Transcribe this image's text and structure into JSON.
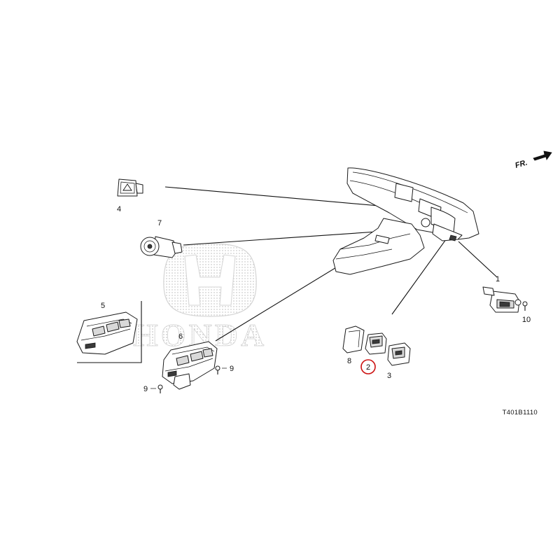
{
  "diagram": {
    "callouts": {
      "c1": "1",
      "c2": "2",
      "c3": "3",
      "c4": "4",
      "c5": "5",
      "c6": "6",
      "c7": "7",
      "c8": "8",
      "c9a": "9",
      "c9b": "9",
      "c10": "10"
    },
    "highlighted_callout": "2",
    "highlight_color": "#cc1111",
    "front_indicator": "FR.",
    "diagram_code": "T401B1110",
    "watermark": {
      "logo": "honda-h-logo",
      "text": "HONDA",
      "color": "#cfcfcf"
    }
  }
}
